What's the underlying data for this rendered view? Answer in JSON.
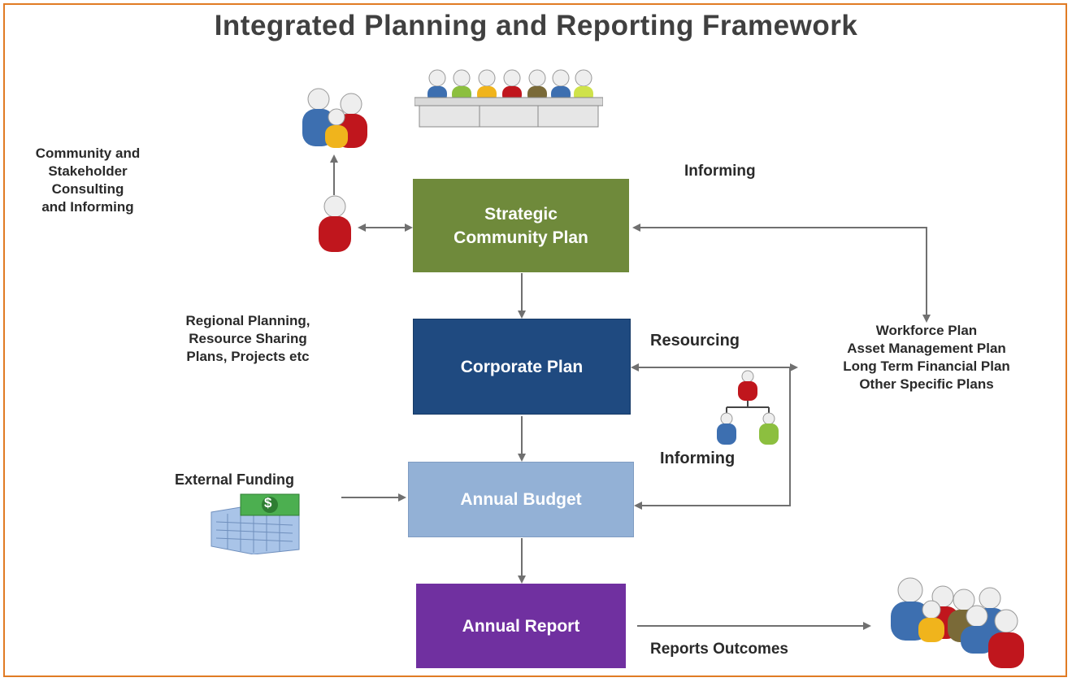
{
  "title": "Integrated Planning and Reporting Framework",
  "boxes": {
    "strategic": "Strategic\nCommunity Plan",
    "corporate": "Corporate Plan",
    "budget": "Annual Budget",
    "report": "Annual Report"
  },
  "labels": {
    "community": "Community and\nStakeholder\nConsulting\nand Informing",
    "informing_top": "Informing",
    "regional": "Regional Planning,\nResource Sharing\nPlans, Projects etc",
    "resourcing": "Resourcing",
    "plans": "Workforce Plan\nAsset Management  Plan\nLong Term Financial Plan\nOther Specific Plans",
    "informing_mid": "Informing",
    "external_funding": "External Funding",
    "reports_outcomes": "Reports Outcomes",
    "dollar": "$"
  },
  "colors": {
    "border": "#e07b24",
    "strategic": "#6f8a3b",
    "corporate": "#1f4a80",
    "budget": "#93b1d6",
    "report": "#7030a0",
    "arrow": "#707070"
  },
  "icons": [
    "council-table-icon",
    "people-group-icon",
    "person-icon",
    "org-chart-icon",
    "building-funding-icon",
    "crowd-icon"
  ]
}
